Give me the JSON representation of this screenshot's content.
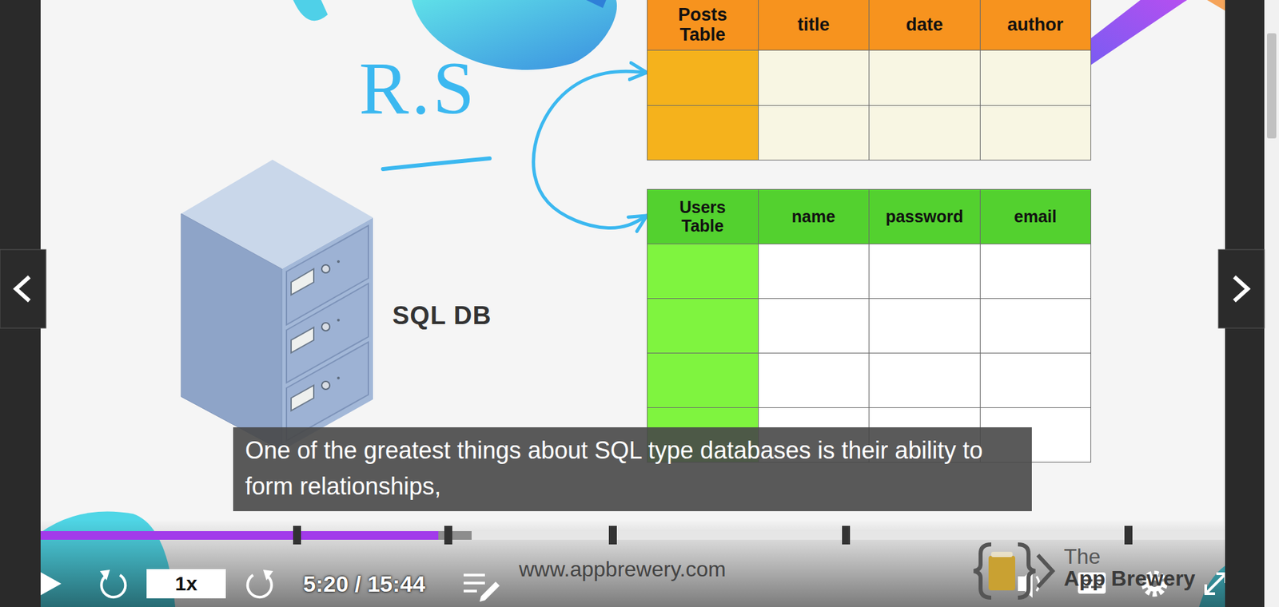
{
  "diagram": {
    "caption": "One of the greatest things about SQL type databases is their ability to form relationships,",
    "nodes": [
      {
        "text": [
          "Posts Table"
        ]
      },
      {
        "text": [
          "Users Table"
        ]
      }
    ],
    "edges": [
      {
        "from": 1,
        "to": 0,
        "arrow": "both"
      }
    ],
    "labels": [
      "title",
      "date",
      "author",
      "name",
      "password",
      "email",
      "R.S",
      "SQL DB",
      "1x",
      "5:20 / 15:44",
      "www.appbrewery.com",
      "The",
      "App Brewery"
    ]
  }
}
